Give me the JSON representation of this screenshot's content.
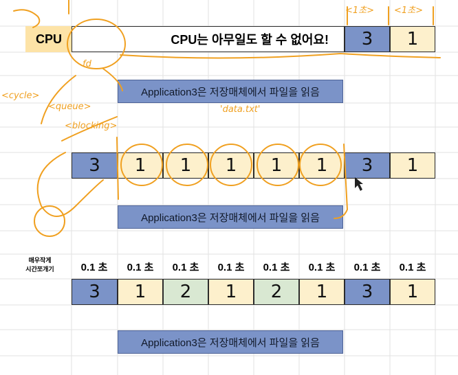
{
  "row1": {
    "label": "CPU",
    "first_value": "3",
    "message": "CPU는 아무일도 할 수 없어요!",
    "values_after": [
      "3",
      "1"
    ]
  },
  "annotations": {
    "seconds_1": "<1초>",
    "seconds_2": "<1초>",
    "fd": "fd",
    "cycle": "<cycle>",
    "queue": "<queue>",
    "blocking": "<blocking>",
    "file": "'data.txt'"
  },
  "application_note": "Application3은 저장매체에서 파일을 읽음",
  "row2": {
    "values": [
      "3",
      "1",
      "1",
      "1",
      "1",
      "1",
      "3",
      "1"
    ]
  },
  "row3": {
    "side_label_line1": "매우작게",
    "side_label_line2": "시간쪼개기",
    "ticks": [
      "0.1 초",
      "0.1 초",
      "0.1 초",
      "0.1 초",
      "0.1 초",
      "0.1 초",
      "0.1 초",
      "0.1 초"
    ],
    "values": [
      "3",
      "1",
      "2",
      "1",
      "2",
      "1",
      "3",
      "1"
    ]
  },
  "colors": {
    "app3": "#7b93c8",
    "app1": "#fdf0cc",
    "app2": "#d9e8d2",
    "annotation_ink": "#f0a020"
  }
}
